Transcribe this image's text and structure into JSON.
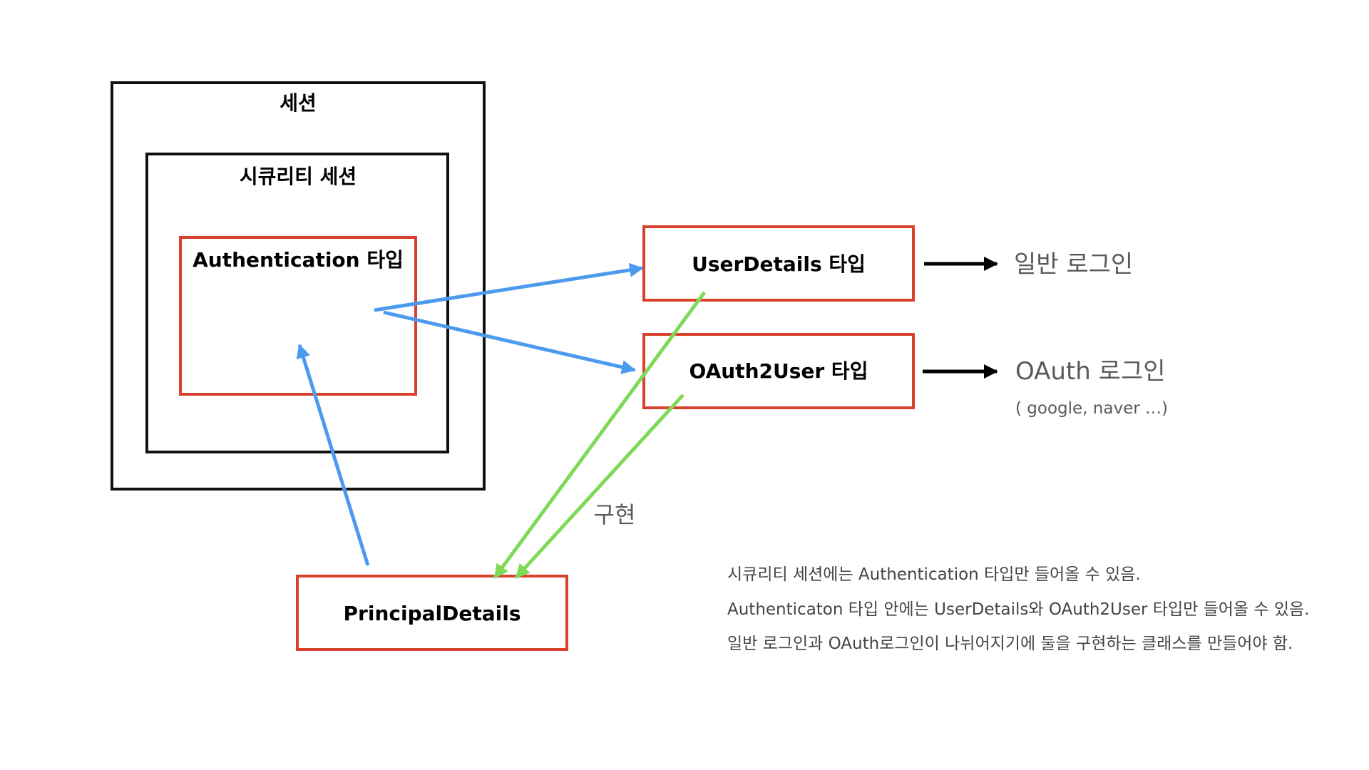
{
  "session": {
    "label": "세션"
  },
  "security_session": {
    "label": "시큐리티 세션"
  },
  "authentication": {
    "label": "Authentication 타입"
  },
  "user_details": {
    "label": "UserDetails 타입"
  },
  "oauth2_user": {
    "label": "OAuth2User 타입"
  },
  "principal_details": {
    "label": "PrincipalDetails"
  },
  "general_login": {
    "label": "일반 로그인"
  },
  "oauth_login": {
    "label": "OAuth 로그인",
    "providers": "( google, naver …)"
  },
  "implementation": {
    "label": "구현"
  },
  "notes": [
    "시큐리티 세션에는 Authentication 타입만 들어올 수 있음.",
    "Authenticaton 타입 안에는 UserDetails와 OAuth2User 타입만 들어올 수 있음.",
    "일반 로그인과 OAuth로그인이 나뉘어지기에 둘을 구현하는 클래스를 만들어야 함."
  ],
  "colors": {
    "container_border": "#111111",
    "type_box_border": "#d9412c",
    "reference_arrow": "#4c9aee",
    "implements_arrow": "#7ed957",
    "flow_arrow": "#000000"
  }
}
